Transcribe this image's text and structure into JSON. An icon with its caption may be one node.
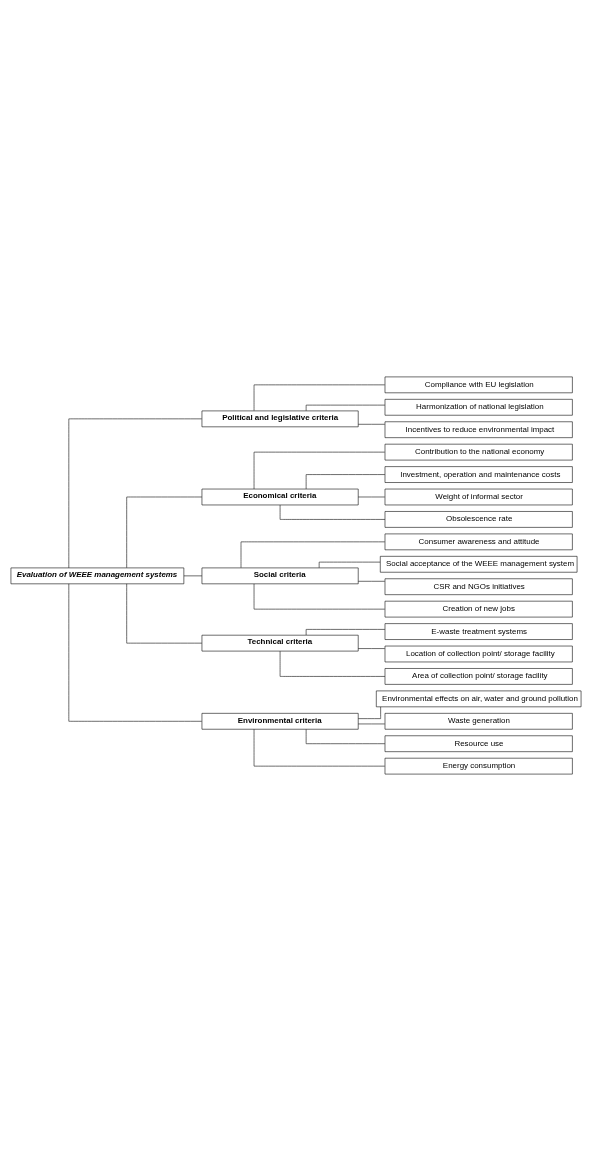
{
  "diagram": {
    "nodes": [
      {
        "text": [
          "Evaluation of WEEE management systems"
        ]
      },
      {
        "text": [
          "Political and legislative criteria"
        ]
      },
      {
        "text": [
          "Compliance with EU legislation"
        ]
      },
      {
        "text": [
          "Harmonization of national legislation"
        ]
      },
      {
        "text": [
          "Incentives to reduce environmental impact"
        ]
      },
      {
        "text": [
          "Economical criteria"
        ]
      },
      {
        "text": [
          "Contribution to the national economy"
        ]
      },
      {
        "text": [
          "Investment, operation and maintenance costs"
        ]
      },
      {
        "text": [
          "Weight of informal sector"
        ]
      },
      {
        "text": [
          "Obsolescence rate"
        ]
      },
      {
        "text": [
          "Social criteria"
        ]
      },
      {
        "text": [
          "Consumer awareness and attitude"
        ]
      },
      {
        "text": [
          "Social acceptance of the WEEE management system"
        ]
      },
      {
        "text": [
          "CSR and NGOs initiatives"
        ]
      },
      {
        "text": [
          "Creation of new jobs"
        ]
      },
      {
        "text": [
          "Technical criteria"
        ]
      },
      {
        "text": [
          "E-waste treatment systems"
        ]
      },
      {
        "text": [
          "Location of collection point/ storage facility"
        ]
      },
      {
        "text": [
          "Area of collection point/ storage facility"
        ]
      },
      {
        "text": [
          "Environmental criteria"
        ]
      },
      {
        "text": [
          "Environmental effects on air, water and ground pollution"
        ]
      },
      {
        "text": [
          "Waste generation"
        ]
      },
      {
        "text": [
          "Resource use"
        ]
      },
      {
        "text": [
          "Energy consumption"
        ]
      }
    ],
    "edges": [
      {
        "from": 0,
        "to": 1,
        "arrow": "none"
      },
      {
        "from": 1,
        "to": 2,
        "arrow": "none"
      },
      {
        "from": 1,
        "to": 3,
        "arrow": "none"
      },
      {
        "from": 1,
        "to": 4,
        "arrow": "none"
      },
      {
        "from": 0,
        "to": 5,
        "arrow": "none"
      },
      {
        "from": 5,
        "to": 6,
        "arrow": "none"
      },
      {
        "from": 5,
        "to": 7,
        "arrow": "none"
      },
      {
        "from": 5,
        "to": 8,
        "arrow": "none"
      },
      {
        "from": 5,
        "to": 9,
        "arrow": "none"
      },
      {
        "from": 0,
        "to": 10,
        "arrow": "none"
      },
      {
        "from": 10,
        "to": 11,
        "arrow": "none"
      },
      {
        "from": 10,
        "to": 12,
        "arrow": "none"
      },
      {
        "from": 10,
        "to": 13,
        "arrow": "none"
      },
      {
        "from": 10,
        "to": 14,
        "arrow": "none"
      },
      {
        "from": 0,
        "to": 15,
        "arrow": "none"
      },
      {
        "from": 15,
        "to": 16,
        "arrow": "none"
      },
      {
        "from": 15,
        "to": 17,
        "arrow": "none"
      },
      {
        "from": 15,
        "to": 18,
        "arrow": "none"
      },
      {
        "from": 0,
        "to": 19,
        "arrow": "none"
      },
      {
        "from": 19,
        "to": 20,
        "arrow": "none"
      },
      {
        "from": 19,
        "to": 21,
        "arrow": "none"
      },
      {
        "from": 19,
        "to": 22,
        "arrow": "none"
      },
      {
        "from": 19,
        "to": 23,
        "arrow": "none"
      }
    ]
  }
}
